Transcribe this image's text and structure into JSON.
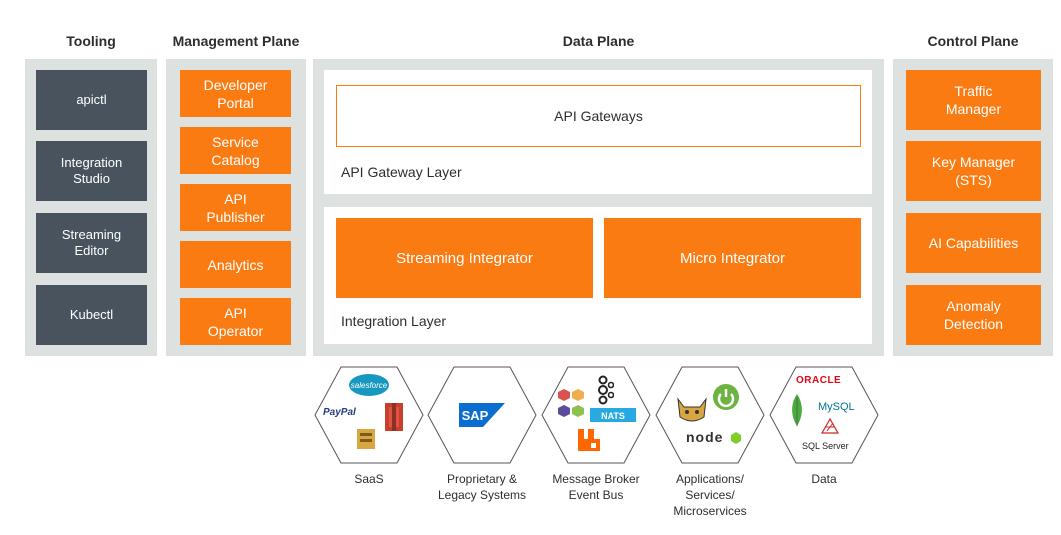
{
  "columns": {
    "tooling": "Tooling",
    "management": "Management Plane",
    "data": "Data Plane",
    "control": "Control Plane"
  },
  "tooling": [
    "apictl",
    "Integration\nStudio",
    "Streaming\nEditor",
    "Kubectl"
  ],
  "management": [
    "Developer\nPortal",
    "Service\nCatalog",
    "API\nPublisher",
    "Analytics",
    "API\nOperator"
  ],
  "data_plane": {
    "gateway_box": "API Gateways",
    "gateway_layer": "API Gateway Layer",
    "streaming": "Streaming Integrator",
    "micro": "Micro Integrator",
    "integration_layer": "Integration Layer"
  },
  "control": [
    "Traffic\nManager",
    "Key Manager\n(STS)",
    "AI Capabilities",
    "Anomaly\nDetection"
  ],
  "sources": [
    {
      "label": "SaaS",
      "logos": {
        "salesforce": "salesforce",
        "paypal": "PayPal"
      }
    },
    {
      "label": "Proprietary &\nLegacy Systems",
      "logos": {
        "sap": "SAP"
      }
    },
    {
      "label": "Message Broker\nEvent Bus",
      "logos": {
        "nats": "NATS"
      }
    },
    {
      "label": "Applications/\nServices/\nMicroservices",
      "logos": {
        "node": "node"
      }
    },
    {
      "label": "Data",
      "logos": {
        "oracle": "ORACLE",
        "mysql": "MySQL",
        "sqlserver": "SQL Server"
      }
    }
  ],
  "colors": {
    "orange": "#fb7b13",
    "dark": "#48535e",
    "panel": "#dde1e0"
  }
}
